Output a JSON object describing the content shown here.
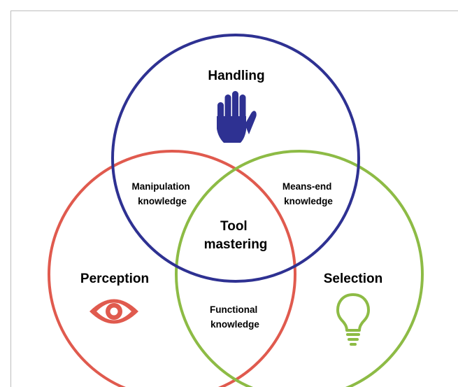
{
  "circles": {
    "handling": {
      "label": "Handling",
      "color": "#2E3192",
      "icon": "hand-icon"
    },
    "perception": {
      "label": "Perception",
      "color": "#E05A4E",
      "icon": "eye-icon"
    },
    "selection": {
      "label": "Selection",
      "color": "#8DBB45",
      "icon": "lightbulb-icon"
    }
  },
  "overlaps": {
    "manipulation": [
      "Manipulation",
      "knowledge"
    ],
    "means_end": [
      "Means-end",
      "knowledge"
    ],
    "functional": [
      "Functional",
      "knowledge"
    ],
    "center": [
      "Tool",
      "mastering"
    ]
  }
}
